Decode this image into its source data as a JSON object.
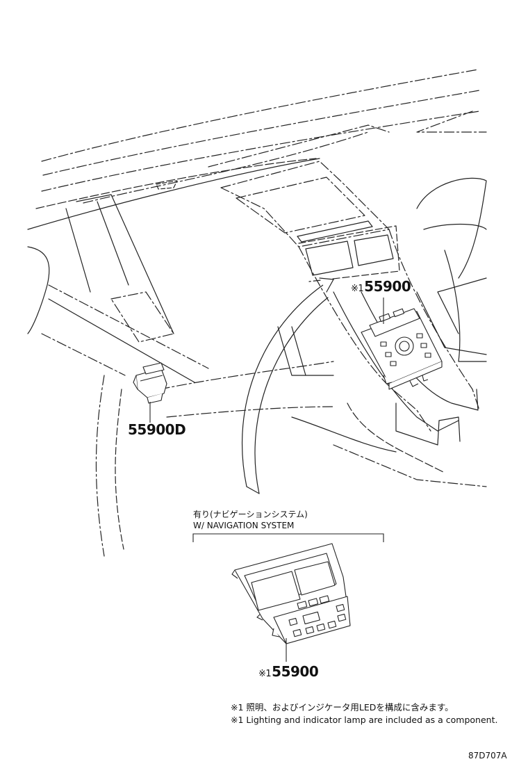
{
  "callouts": {
    "switch_upper": {
      "mark": "※1",
      "number": "55900"
    },
    "switch_left": {
      "number": "55900D"
    },
    "switch_lower": {
      "mark": "※1",
      "number": "55900"
    }
  },
  "variant_label": {
    "jp": "有り(ナビゲーションシステム)",
    "en": "W/ NAVIGATION SYSTEM"
  },
  "footnotes": [
    "※1 照明、およびインジケータ用LEDを構成に含みます。",
    "※1 Lighting and indicator lamp are included as a component."
  ],
  "diagram_code": "87D707A"
}
